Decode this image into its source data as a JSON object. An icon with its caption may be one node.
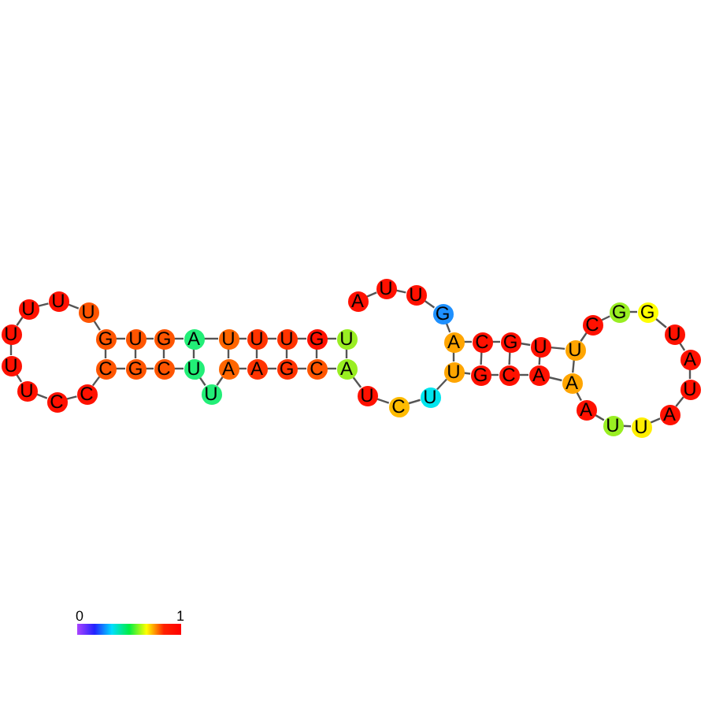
{
  "diagram": {
    "nodes": [
      {
        "text": [
          "A"
        ]
      },
      {
        "text": [
          "U"
        ]
      },
      {
        "text": [
          "U"
        ]
      },
      {
        "text": [
          "G"
        ]
      },
      {
        "text": [
          "A"
        ]
      },
      {
        "text": [
          "C"
        ]
      },
      {
        "text": [
          "G"
        ]
      },
      {
        "text": [
          "U"
        ]
      },
      {
        "text": [
          "U"
        ]
      },
      {
        "text": [
          "C"
        ]
      },
      {
        "text": [
          "G"
        ]
      },
      {
        "text": [
          "G"
        ]
      },
      {
        "text": [
          "U"
        ]
      },
      {
        "text": [
          "A"
        ]
      },
      {
        "text": [
          "U"
        ]
      },
      {
        "text": [
          "A"
        ]
      },
      {
        "text": [
          "U"
        ]
      },
      {
        "text": [
          "U"
        ]
      },
      {
        "text": [
          "A"
        ]
      },
      {
        "text": [
          "A"
        ]
      },
      {
        "text": [
          "A"
        ]
      },
      {
        "text": [
          "C"
        ]
      },
      {
        "text": [
          "G"
        ]
      },
      {
        "text": [
          "U"
        ]
      },
      {
        "text": [
          "U"
        ]
      },
      {
        "text": [
          "C"
        ]
      },
      {
        "text": [
          "U"
        ]
      },
      {
        "text": [
          "A"
        ]
      },
      {
        "text": [
          "C"
        ]
      },
      {
        "text": [
          "G"
        ]
      },
      {
        "text": [
          "A"
        ]
      },
      {
        "text": [
          "A"
        ]
      },
      {
        "text": [
          "U"
        ]
      },
      {
        "text": [
          "U"
        ]
      },
      {
        "text": [
          "C"
        ]
      },
      {
        "text": [
          "G"
        ]
      },
      {
        "text": [
          "C"
        ]
      },
      {
        "text": [
          "C"
        ]
      },
      {
        "text": [
          "C"
        ]
      },
      {
        "text": [
          "U"
        ]
      },
      {
        "text": [
          "U"
        ]
      },
      {
        "text": [
          "U"
        ]
      },
      {
        "text": [
          "U"
        ]
      },
      {
        "text": [
          "U"
        ]
      },
      {
        "text": [
          "U"
        ]
      },
      {
        "text": [
          "G"
        ]
      },
      {
        "text": [
          "U"
        ]
      },
      {
        "text": [
          "G"
        ]
      },
      {
        "text": [
          "A"
        ]
      },
      {
        "text": [
          "U"
        ]
      },
      {
        "text": [
          "U"
        ]
      },
      {
        "text": [
          "U"
        ]
      },
      {
        "text": [
          "G"
        ]
      },
      {
        "text": [
          "U"
        ]
      }
    ],
    "edges": [
      {
        "from": 0,
        "to": 1,
        "arrow": "none"
      },
      {
        "from": 1,
        "to": 2,
        "arrow": "none"
      },
      {
        "from": 2,
        "to": 3,
        "arrow": "none"
      },
      {
        "from": 3,
        "to": 4,
        "arrow": "none"
      },
      {
        "from": 4,
        "to": 5,
        "arrow": "none"
      },
      {
        "from": 5,
        "to": 6,
        "arrow": "none"
      },
      {
        "from": 6,
        "to": 7,
        "arrow": "none"
      },
      {
        "from": 7,
        "to": 8,
        "arrow": "none"
      },
      {
        "from": 8,
        "to": 9,
        "arrow": "none"
      },
      {
        "from": 9,
        "to": 10,
        "arrow": "none"
      },
      {
        "from": 10,
        "to": 11,
        "arrow": "none"
      },
      {
        "from": 11,
        "to": 12,
        "arrow": "none"
      },
      {
        "from": 12,
        "to": 13,
        "arrow": "none"
      },
      {
        "from": 13,
        "to": 14,
        "arrow": "none"
      },
      {
        "from": 14,
        "to": 15,
        "arrow": "none"
      },
      {
        "from": 15,
        "to": 16,
        "arrow": "none"
      },
      {
        "from": 16,
        "to": 17,
        "arrow": "none"
      },
      {
        "from": 17,
        "to": 18,
        "arrow": "none"
      },
      {
        "from": 18,
        "to": 19,
        "arrow": "none"
      },
      {
        "from": 19,
        "to": 20,
        "arrow": "none"
      },
      {
        "from": 20,
        "to": 21,
        "arrow": "none"
      },
      {
        "from": 21,
        "to": 22,
        "arrow": "none"
      },
      {
        "from": 22,
        "to": 23,
        "arrow": "none"
      },
      {
        "from": 23,
        "to": 24,
        "arrow": "none"
      },
      {
        "from": 24,
        "to": 25,
        "arrow": "none"
      },
      {
        "from": 25,
        "to": 26,
        "arrow": "none"
      },
      {
        "from": 26,
        "to": 27,
        "arrow": "none"
      },
      {
        "from": 27,
        "to": 28,
        "arrow": "none"
      },
      {
        "from": 28,
        "to": 29,
        "arrow": "none"
      },
      {
        "from": 29,
        "to": 30,
        "arrow": "none"
      },
      {
        "from": 30,
        "to": 31,
        "arrow": "none"
      },
      {
        "from": 31,
        "to": 32,
        "arrow": "none"
      },
      {
        "from": 32,
        "to": 33,
        "arrow": "none"
      },
      {
        "from": 33,
        "to": 34,
        "arrow": "none"
      },
      {
        "from": 34,
        "to": 35,
        "arrow": "none"
      },
      {
        "from": 35,
        "to": 36,
        "arrow": "none"
      },
      {
        "from": 36,
        "to": 37,
        "arrow": "none"
      },
      {
        "from": 37,
        "to": 38,
        "arrow": "none"
      },
      {
        "from": 38,
        "to": 39,
        "arrow": "none"
      },
      {
        "from": 39,
        "to": 40,
        "arrow": "none"
      },
      {
        "from": 40,
        "to": 41,
        "arrow": "none"
      },
      {
        "from": 41,
        "to": 42,
        "arrow": "none"
      },
      {
        "from": 42,
        "to": 43,
        "arrow": "none"
      },
      {
        "from": 43,
        "to": 44,
        "arrow": "none"
      },
      {
        "from": 44,
        "to": 45,
        "arrow": "none"
      },
      {
        "from": 45,
        "to": 46,
        "arrow": "none"
      },
      {
        "from": 46,
        "to": 47,
        "arrow": "none"
      },
      {
        "from": 47,
        "to": 48,
        "arrow": "none"
      },
      {
        "from": 48,
        "to": 49,
        "arrow": "none"
      },
      {
        "from": 49,
        "to": 50,
        "arrow": "none"
      },
      {
        "from": 50,
        "to": 51,
        "arrow": "none"
      },
      {
        "from": 51,
        "to": 52,
        "arrow": "none"
      },
      {
        "from": 52,
        "to": 53,
        "arrow": "none"
      },
      {
        "from": 4,
        "to": 23,
        "arrow": "none"
      },
      {
        "from": 5,
        "to": 22,
        "arrow": "none"
      },
      {
        "from": 6,
        "to": 21,
        "arrow": "none"
      },
      {
        "from": 7,
        "to": 20,
        "arrow": "none"
      },
      {
        "from": 8,
        "to": 19,
        "arrow": "none"
      },
      {
        "from": 45,
        "to": 36,
        "arrow": "none"
      },
      {
        "from": 46,
        "to": 35,
        "arrow": "none"
      },
      {
        "from": 47,
        "to": 34,
        "arrow": "none"
      },
      {
        "from": 48,
        "to": 33,
        "arrow": "none"
      },
      {
        "from": 49,
        "to": 31,
        "arrow": "none"
      },
      {
        "from": 50,
        "to": 30,
        "arrow": "none"
      },
      {
        "from": 51,
        "to": 29,
        "arrow": "none"
      },
      {
        "from": 52,
        "to": 28,
        "arrow": "none"
      },
      {
        "from": 53,
        "to": 27,
        "arrow": "none"
      }
    ],
    "labels": [
      "0",
      "1"
    ]
  }
}
